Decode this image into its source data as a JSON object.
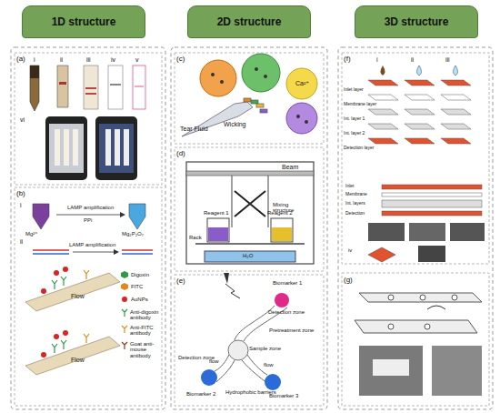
{
  "diagram": {
    "nodes": [
      {
        "text": [
          "1D structure"
        ]
      },
      {
        "text": [
          "2D structure"
        ]
      },
      {
        "text": [
          "3D structure"
        ]
      }
    ],
    "labels": [
      "(a)",
      "i",
      "ii",
      "iii",
      "iv",
      "v",
      "vi",
      "(b)",
      "i",
      "LAMP amplification",
      "Mg²⁺",
      "PPi",
      "Mg₂P₂O₇",
      "ii",
      "LAMP amplification",
      "Flow",
      "Flow",
      "(c)",
      "Tear Fluid",
      "Wicking",
      "Ca²⁺",
      "(d)",
      "Beam",
      "Mixing structure",
      "Reagent 1",
      "Reagent 2",
      "Rack",
      "H₂O",
      "(e)",
      "Biomarker 1",
      "Detection zone",
      "Pretreatment zone",
      "Sample zone",
      "Detection zone",
      "flow",
      "Biomarker 2",
      "Hydrophobic barriers",
      "flow",
      "Biomarker 3",
      "(f)",
      "i",
      "ii",
      "iii",
      "Inlet layer",
      "Membrane layer",
      "Int. layer 1",
      "Int. layer 2",
      "Detection layer",
      "Inlet",
      "Membrane",
      "Int. layers",
      "Detection",
      "iv",
      "(g)"
    ],
    "legend": [
      {
        "text": "Digoxin"
      },
      {
        "text": "FITC"
      },
      {
        "text": "AuNPs"
      },
      {
        "text": "Anti-digoxin antibody"
      },
      {
        "text": "Anti-FITC antibody"
      },
      {
        "text": "Goat anti-mouse antibody"
      }
    ]
  }
}
